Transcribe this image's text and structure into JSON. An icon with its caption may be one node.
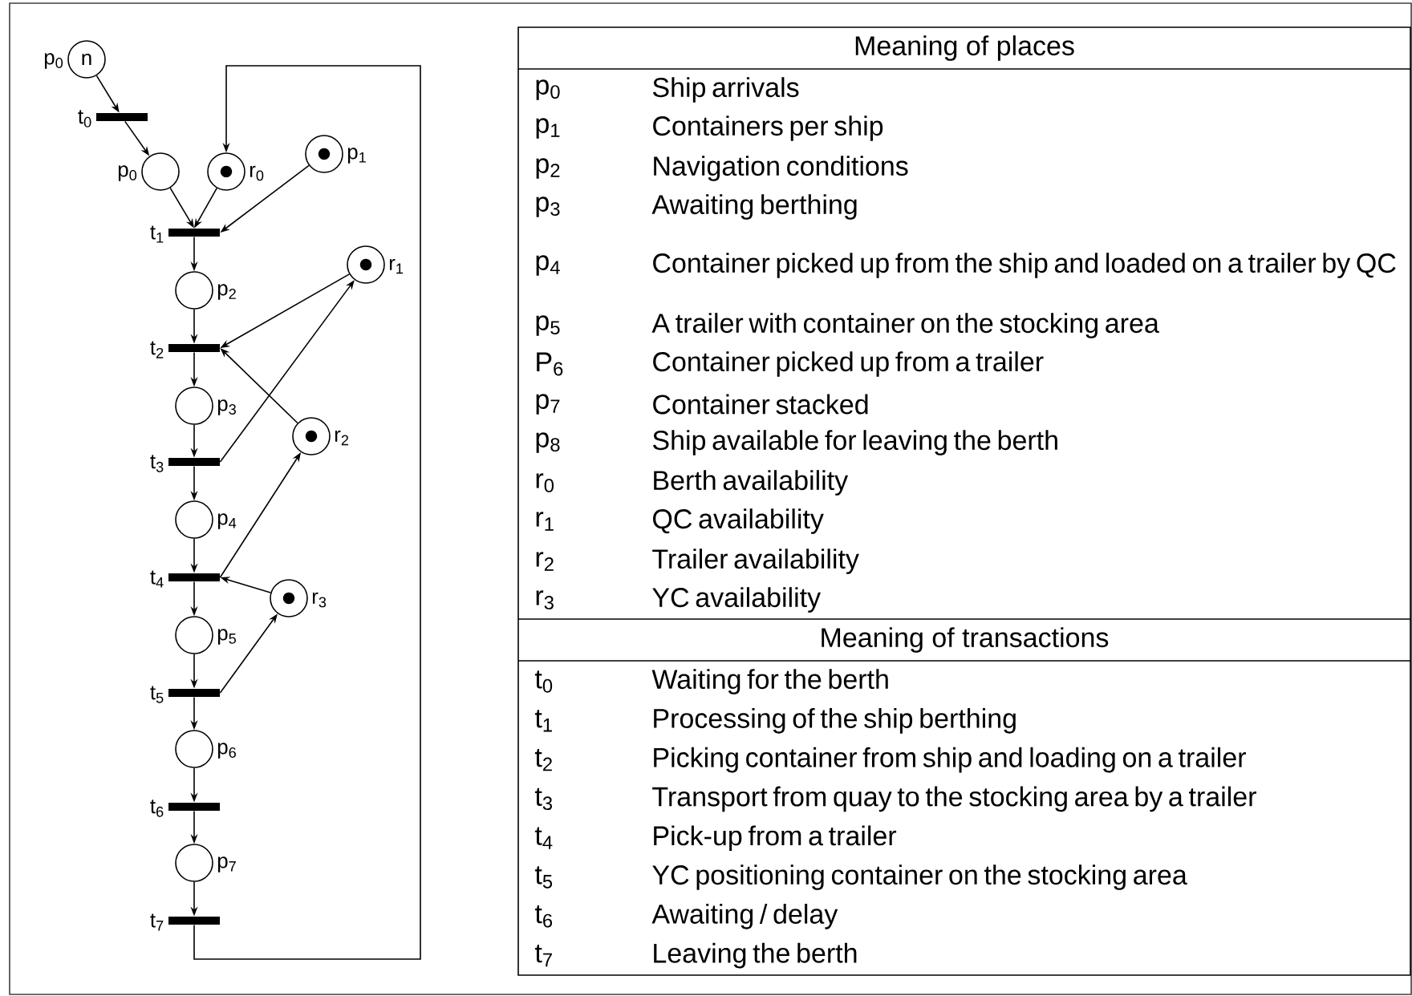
{
  "diagram": {
    "nodes": [
      {
        "text": [
          "n"
        ],
        "beside": [
          "p$_{0}$"
        ]
      },
      {
        "text": [],
        "shape": "bar",
        "beside": [
          "t$_{0}$"
        ]
      },
      {
        "text": [],
        "shape": "circle",
        "beside": [
          "p$_{0}$"
        ]
      },
      {
        "text": [],
        "shape": "circle",
        "beside": [
          "r$_{0}$"
        ]
      },
      {
        "text": [],
        "shape": "circle",
        "beside": [
          "p$_{1}$"
        ]
      },
      {
        "text": [],
        "shape": "bar",
        "beside": [
          "t$_{1}$"
        ]
      },
      {
        "text": [],
        "shape": "circle",
        "beside": [
          "p$_{2}$"
        ]
      },
      {
        "text": [],
        "shape": "circle",
        "beside": [
          "r$_{1}$"
        ]
      },
      {
        "text": [],
        "shape": "bar",
        "beside": [
          "t$_{2}$"
        ]
      },
      {
        "text": [],
        "shape": "circle",
        "beside": [
          "p$_{3}$"
        ]
      },
      {
        "text": [],
        "shape": "circle",
        "beside": [
          "r$_{2}$"
        ]
      },
      {
        "text": [],
        "shape": "bar",
        "beside": [
          "t$_{3}$"
        ]
      },
      {
        "text": [],
        "shape": "circle",
        "beside": [
          "p$_{4}$"
        ]
      },
      {
        "text": [],
        "shape": "bar",
        "beside": [
          "t$_{4}$"
        ]
      },
      {
        "text": [],
        "shape": "circle",
        "beside": [
          "r$_{3}$"
        ]
      },
      {
        "text": [],
        "shape": "circle",
        "beside": [
          "p$_{5}$"
        ]
      },
      {
        "text": [],
        "shape": "bar",
        "beside": [
          "t$_{5}$"
        ]
      },
      {
        "text": [],
        "shape": "circle",
        "beside": [
          "p$_{6}$"
        ]
      },
      {
        "text": [],
        "shape": "bar",
        "beside": [
          "t$_{6}$"
        ]
      },
      {
        "text": [],
        "shape": "circle",
        "beside": [
          "p$_{7}$"
        ]
      },
      {
        "text": [],
        "shape": "bar",
        "beside": [
          "t$_{7}$"
        ]
      }
    ],
    "edges": [
      {
        "from": 0,
        "to": 1,
        "arrow": "to"
      },
      {
        "from": 1,
        "to": 2,
        "arrow": "to"
      },
      {
        "from": 2,
        "to": 5,
        "arrow": "to"
      },
      {
        "from": 3,
        "to": 5,
        "arrow": "to"
      },
      {
        "from": 4,
        "to": 5,
        "arrow": "to"
      },
      {
        "from": 5,
        "to": 6,
        "arrow": "to"
      },
      {
        "from": 6,
        "to": 8,
        "arrow": "to"
      },
      {
        "from": 7,
        "to": 8,
        "arrow": "to"
      },
      {
        "from": 8,
        "to": 9,
        "arrow": "to"
      },
      {
        "from": 10,
        "to": 8,
        "arrow": "to"
      },
      {
        "from": 9,
        "to": 11,
        "arrow": "to"
      },
      {
        "from": 11,
        "to": 7,
        "arrow": "to"
      },
      {
        "from": 11,
        "to": 12,
        "arrow": "to"
      },
      {
        "from": 12,
        "to": 13,
        "arrow": "to"
      },
      {
        "from": 13,
        "to": 10,
        "arrow": "to"
      },
      {
        "from": 14,
        "to": 13,
        "arrow": "to"
      },
      {
        "from": 13,
        "to": 15,
        "arrow": "to"
      },
      {
        "from": 15,
        "to": 16,
        "arrow": "to"
      },
      {
        "from": 16,
        "to": 14,
        "arrow": "to"
      },
      {
        "from": 16,
        "to": 17,
        "arrow": "to"
      },
      {
        "from": 17,
        "to": 18,
        "arrow": "to"
      },
      {
        "from": 18,
        "to": 19,
        "arrow": "to"
      },
      {
        "from": 19,
        "to": 20,
        "arrow": "to"
      },
      {
        "from": 20,
        "to": 3,
        "arrow": "to"
      }
    ],
    "labels": [
      "Meaning of places",
      "p$_{0}$",
      "Ship arrivals",
      "p$_{1}$",
      "Containers per ship",
      "p$_{2}$",
      "Navigation conditions",
      "p$_{3}$",
      "Awaiting berthing",
      "p$_{4}$",
      "Container picked up from the ship and loaded on a trailer by QC",
      "p$_{5}$",
      "A trailer with container on the stocking area",
      "P$_{6}$",
      "Container picked up from a trailer",
      "p$_{7}$",
      "Container stacked",
      "p$_{8}$",
      "Ship available for leaving the berth",
      "r$_{0}$",
      "Berth availability",
      "r$_{1}$",
      "QC availability",
      "r$_{2}$",
      "Trailer availability",
      "r$_{3}$",
      "YC availability",
      "Meaning of transactions",
      "t$_{0}$",
      "Waiting for the berth",
      "t$_{1}$",
      "Processing of the ship berthing",
      "t$_{2}$",
      "Picking container from ship and loading on a trailer",
      "t$_{3}$",
      "Transport from quay to the stocking area by a trailer",
      "t$_{4}$",
      "Pick-up from a trailer",
      "t$_{5}$",
      "YC positioning container on the stocking area",
      "t$_{6}$",
      "Awaiting / delay",
      "t$_{7}$",
      "Leaving the berth"
    ]
  }
}
